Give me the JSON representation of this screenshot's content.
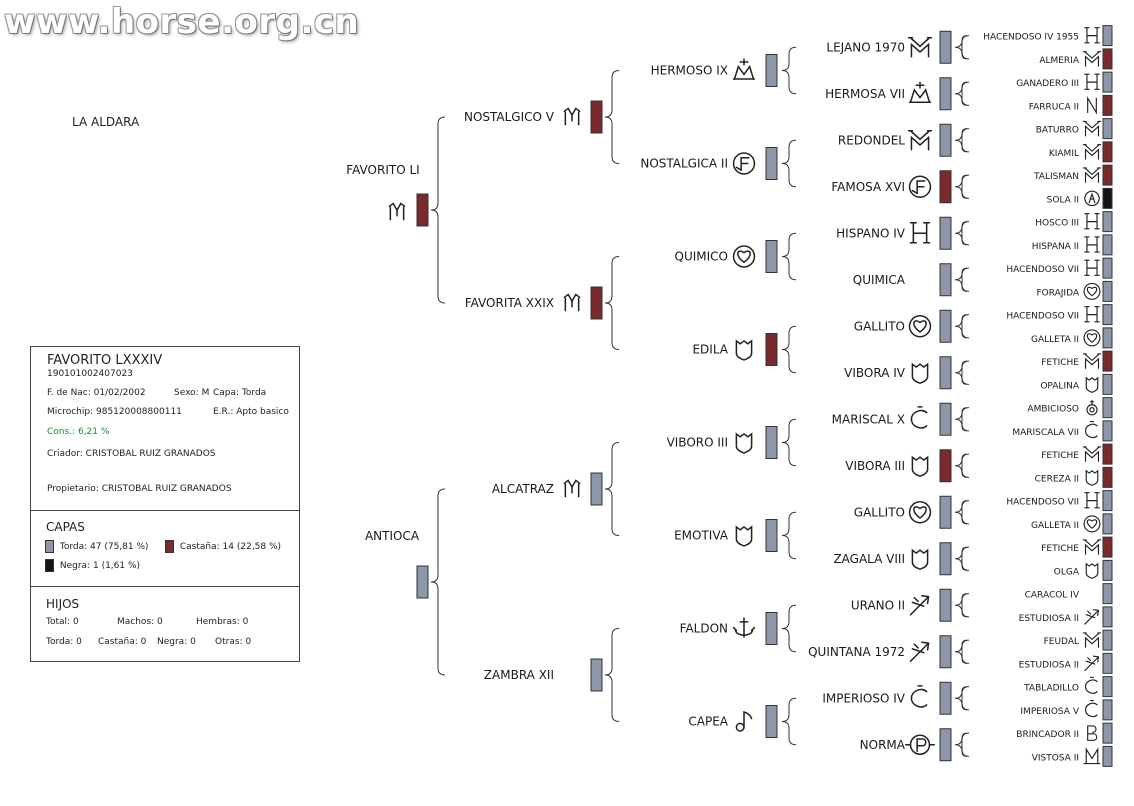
{
  "watermark": "www.horse.org.cn",
  "breeder_header": "LA ALDARA",
  "colors": {
    "torda": "#8e96aa",
    "castana": "#7a2a2a",
    "negra": "#151515"
  },
  "card": {
    "name": "FAVORITO LXXXIV",
    "registration": "190101002407023",
    "birth_label": "F. de Nac:",
    "birth_value": "01/02/2002",
    "sex_label": "Sexo:",
    "sex_value": "M",
    "coat_label": "Capa:",
    "coat_value": "Torda",
    "chip_label": "Microchip:",
    "chip_value": "985120008800111",
    "er_label": "E.R.:",
    "er_value": "Apto basico",
    "cons_label": "Cons.:",
    "cons_value": "6,21 %",
    "breeder_label": "Criador:",
    "breeder_value": "CRISTOBAL RUIZ GRANADOS",
    "owner_label": "Propietario:",
    "owner_value": "CRISTOBAL RUIZ GRANADOS",
    "capas_title": "CAPAS",
    "capas": [
      {
        "label": "Torda:",
        "value": "47 (75,81 %)",
        "coat": "torda"
      },
      {
        "label": "Castaña:",
        "value": "14 (22,58 %)",
        "coat": "castana"
      },
      {
        "label": "Negra:",
        "value": "1 (1,61 %)",
        "coat": "negra"
      }
    ],
    "hijos_title": "HIJOS",
    "hijos": {
      "total_label": "Total:",
      "total": "0",
      "machos_label": "Machos:",
      "machos": "0",
      "hembras_label": "Hembras:",
      "hembras": "0",
      "torda_label": "Torda:",
      "torda": "0",
      "castana_label": "Castaña:",
      "castana": "0",
      "negra_label": "Negra:",
      "negra": "0",
      "otras_label": "Otras:",
      "otras": "0"
    }
  },
  "pedigree": [
    {
      "gen": 1,
      "name": "FAVORITO LI",
      "coat": "castana",
      "brand": "mb"
    },
    {
      "gen": 1,
      "name": "ANTIOCA",
      "coat": "torda",
      "brand": ""
    },
    {
      "gen": 2,
      "name": "NOSTALGICO V",
      "coat": "castana",
      "brand": "mb"
    },
    {
      "gen": 2,
      "name": "FAVORITA XXIX",
      "coat": "castana",
      "brand": "mb"
    },
    {
      "gen": 2,
      "name": "ALCATRAZ",
      "coat": "torda",
      "brand": "mb"
    },
    {
      "gen": 2,
      "name": "ZAMBRA XII",
      "coat": "torda",
      "brand": ""
    },
    {
      "gen": 3,
      "name": "HERMOSO IX",
      "coat": "torda",
      "brand": "crown"
    },
    {
      "gen": 3,
      "name": "NOSTALGICA II",
      "coat": "torda",
      "brand": "f"
    },
    {
      "gen": 3,
      "name": "QUIMICO",
      "coat": "torda",
      "brand": "heart"
    },
    {
      "gen": 3,
      "name": "EDILA",
      "coat": "castana",
      "brand": "shield"
    },
    {
      "gen": 3,
      "name": "VIBORO III",
      "coat": "torda",
      "brand": "shield"
    },
    {
      "gen": 3,
      "name": "EMOTIVA",
      "coat": "torda",
      "brand": "shield"
    },
    {
      "gen": 3,
      "name": "FALDON",
      "coat": "torda",
      "brand": "anchor"
    },
    {
      "gen": 3,
      "name": "CAPEA",
      "coat": "torda",
      "brand": "note"
    },
    {
      "gen": 4,
      "name": "LEJANO 1970",
      "coat": "torda",
      "brand": "ym"
    },
    {
      "gen": 4,
      "name": "HERMOSA VII",
      "coat": "torda",
      "brand": "crown"
    },
    {
      "gen": 4,
      "name": "REDONDEL",
      "coat": "torda",
      "brand": "ym"
    },
    {
      "gen": 4,
      "name": "FAMOSA XVI",
      "coat": "castana",
      "brand": "f"
    },
    {
      "gen": 4,
      "name": "HISPANO IV",
      "coat": "torda",
      "brand": "h"
    },
    {
      "gen": 4,
      "name": "QUIMICA",
      "coat": "torda",
      "brand": ""
    },
    {
      "gen": 4,
      "name": "GALLITO",
      "coat": "torda",
      "brand": "heart"
    },
    {
      "gen": 4,
      "name": "VIBORA IV",
      "coat": "torda",
      "brand": "shield"
    },
    {
      "gen": 4,
      "name": "MARISCAL X",
      "coat": "torda",
      "brand": "c"
    },
    {
      "gen": 4,
      "name": "VIBORA III",
      "coat": "castana",
      "brand": "shield"
    },
    {
      "gen": 4,
      "name": "GALLITO",
      "coat": "torda",
      "brand": "heart"
    },
    {
      "gen": 4,
      "name": "ZAGALA VIII",
      "coat": "torda",
      "brand": "shield"
    },
    {
      "gen": 4,
      "name": "URANO II",
      "coat": "torda",
      "brand": "arrow"
    },
    {
      "gen": 4,
      "name": "QUINTANA 1972",
      "coat": "torda",
      "brand": "arrow"
    },
    {
      "gen": 4,
      "name": "IMPERIOSO IV",
      "coat": "torda",
      "brand": "c"
    },
    {
      "gen": 4,
      "name": "NORMA",
      "coat": "torda",
      "brand": "p"
    },
    {
      "gen": 5,
      "name": "HACENDOSO IV 1955",
      "coat": "torda",
      "brand": "h"
    },
    {
      "gen": 5,
      "name": "ALMERIA",
      "coat": "castana",
      "brand": "ym"
    },
    {
      "gen": 5,
      "name": "GANADERO III",
      "coat": "torda",
      "brand": "h"
    },
    {
      "gen": 5,
      "name": "FARRUCA II",
      "coat": "castana",
      "brand": "n"
    },
    {
      "gen": 5,
      "name": "BATURRO",
      "coat": "torda",
      "brand": "ym"
    },
    {
      "gen": 5,
      "name": "KIAMIL",
      "coat": "castana",
      "brand": "ym"
    },
    {
      "gen": 5,
      "name": "TALISMAN",
      "coat": "castana",
      "brand": "ym"
    },
    {
      "gen": 5,
      "name": "SOLA II",
      "coat": "negra",
      "brand": "a"
    },
    {
      "gen": 5,
      "name": "HOSCO III",
      "coat": "torda",
      "brand": "h"
    },
    {
      "gen": 5,
      "name": "HISPANA II",
      "coat": "torda",
      "brand": "h"
    },
    {
      "gen": 5,
      "name": "HACENDOSO VII",
      "coat": "torda",
      "brand": "h"
    },
    {
      "gen": 5,
      "name": "FORAJIDA",
      "coat": "torda",
      "brand": "heart"
    },
    {
      "gen": 5,
      "name": "HACENDOSO VII",
      "coat": "torda",
      "brand": "h"
    },
    {
      "gen": 5,
      "name": "GALLETA II",
      "coat": "torda",
      "brand": "heart"
    },
    {
      "gen": 5,
      "name": "FETICHE",
      "coat": "castana",
      "brand": "ym"
    },
    {
      "gen": 5,
      "name": "OPALINA",
      "coat": "torda",
      "brand": "shield"
    },
    {
      "gen": 5,
      "name": "AMBICIOSO",
      "coat": "torda",
      "brand": "ring"
    },
    {
      "gen": 5,
      "name": "MARISCALA VII",
      "coat": "torda",
      "brand": "c"
    },
    {
      "gen": 5,
      "name": "FETICHE",
      "coat": "castana",
      "brand": "ym"
    },
    {
      "gen": 5,
      "name": "CEREZA II",
      "coat": "castana",
      "brand": "shield"
    },
    {
      "gen": 5,
      "name": "HACENDOSO VII",
      "coat": "torda",
      "brand": "h"
    },
    {
      "gen": 5,
      "name": "GALLETA II",
      "coat": "torda",
      "brand": "heart"
    },
    {
      "gen": 5,
      "name": "FETICHE",
      "coat": "castana",
      "brand": "ym"
    },
    {
      "gen": 5,
      "name": "OLGA",
      "coat": "torda",
      "brand": "shield"
    },
    {
      "gen": 5,
      "name": "CARACOL IV",
      "coat": "torda",
      "brand": ""
    },
    {
      "gen": 5,
      "name": "ESTUDIOSA II",
      "coat": "torda",
      "brand": "arrow"
    },
    {
      "gen": 5,
      "name": "FEUDAL",
      "coat": "torda",
      "brand": "ym"
    },
    {
      "gen": 5,
      "name": "ESTUDIOSA II",
      "coat": "torda",
      "brand": "arrow"
    },
    {
      "gen": 5,
      "name": "TABLADILLO",
      "coat": "torda",
      "brand": "c"
    },
    {
      "gen": 5,
      "name": "IMPERIOSA V",
      "coat": "torda",
      "brand": "c"
    },
    {
      "gen": 5,
      "name": "BRINCADOR II",
      "coat": "torda",
      "brand": "b"
    },
    {
      "gen": 5,
      "name": "VISTOSA II",
      "coat": "torda",
      "brand": "m"
    }
  ]
}
